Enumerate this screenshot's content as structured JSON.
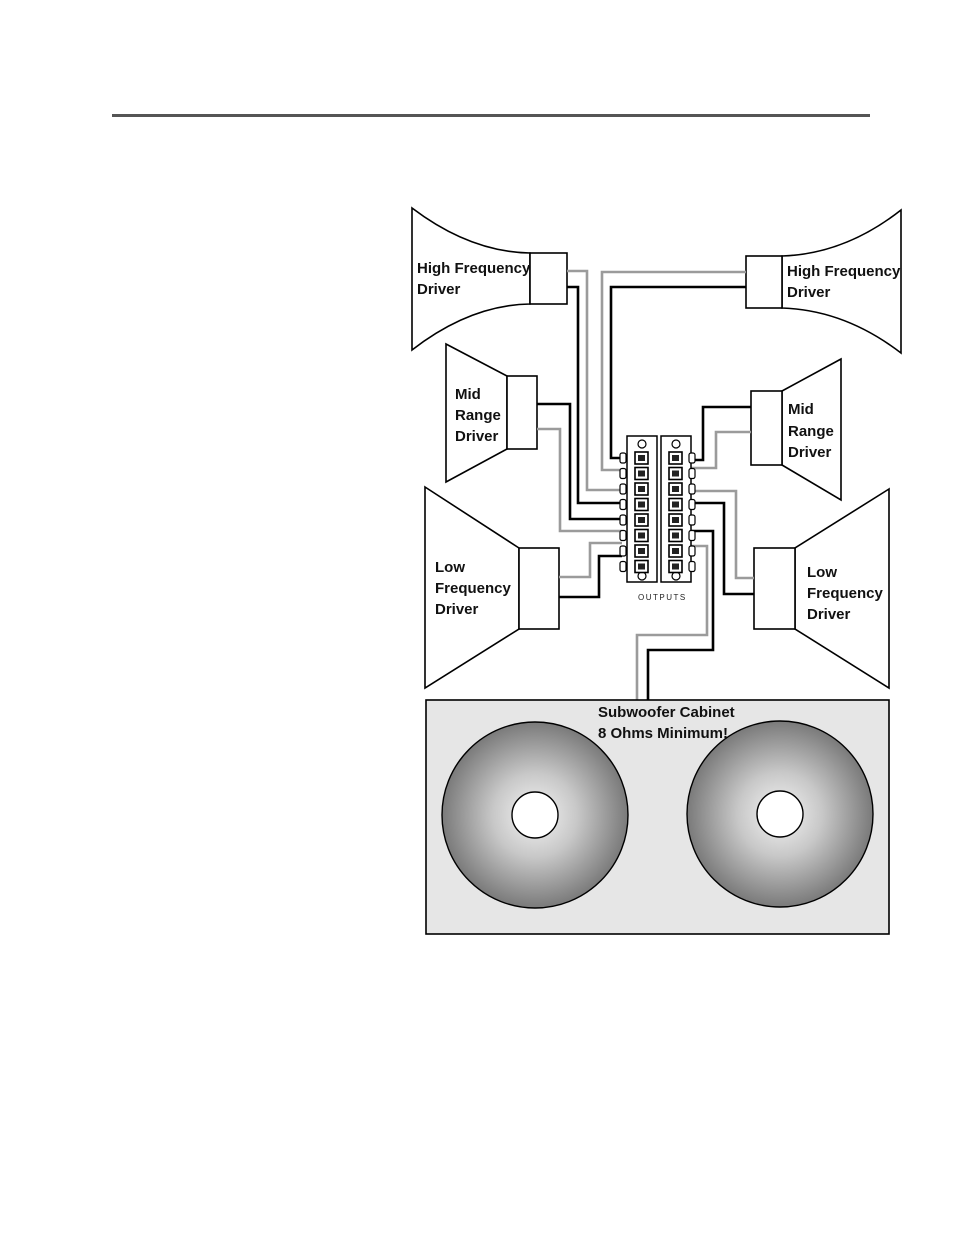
{
  "labels": {
    "hf_left": [
      "High Frequency",
      "Driver"
    ],
    "hf_right": [
      "High Frequency",
      "Driver"
    ],
    "mid_left": [
      "Mid",
      "Range",
      "Driver"
    ],
    "mid_right": [
      "Mid",
      "Range",
      "Driver"
    ],
    "low_left": [
      "Low",
      "Frequency",
      "Driver"
    ],
    "low_right": [
      "Low",
      "Frequency",
      "Driver"
    ],
    "subwoofer": [
      "Subwoofer Cabinet",
      "8 Ohms Minimum!"
    ],
    "outputs": "OUTPUTS"
  },
  "colors": {
    "wire_positive": "#000000",
    "wire_negative": "#9b9b9b",
    "cabinet_fill": "#e6e6e6",
    "rule": "#555555"
  }
}
